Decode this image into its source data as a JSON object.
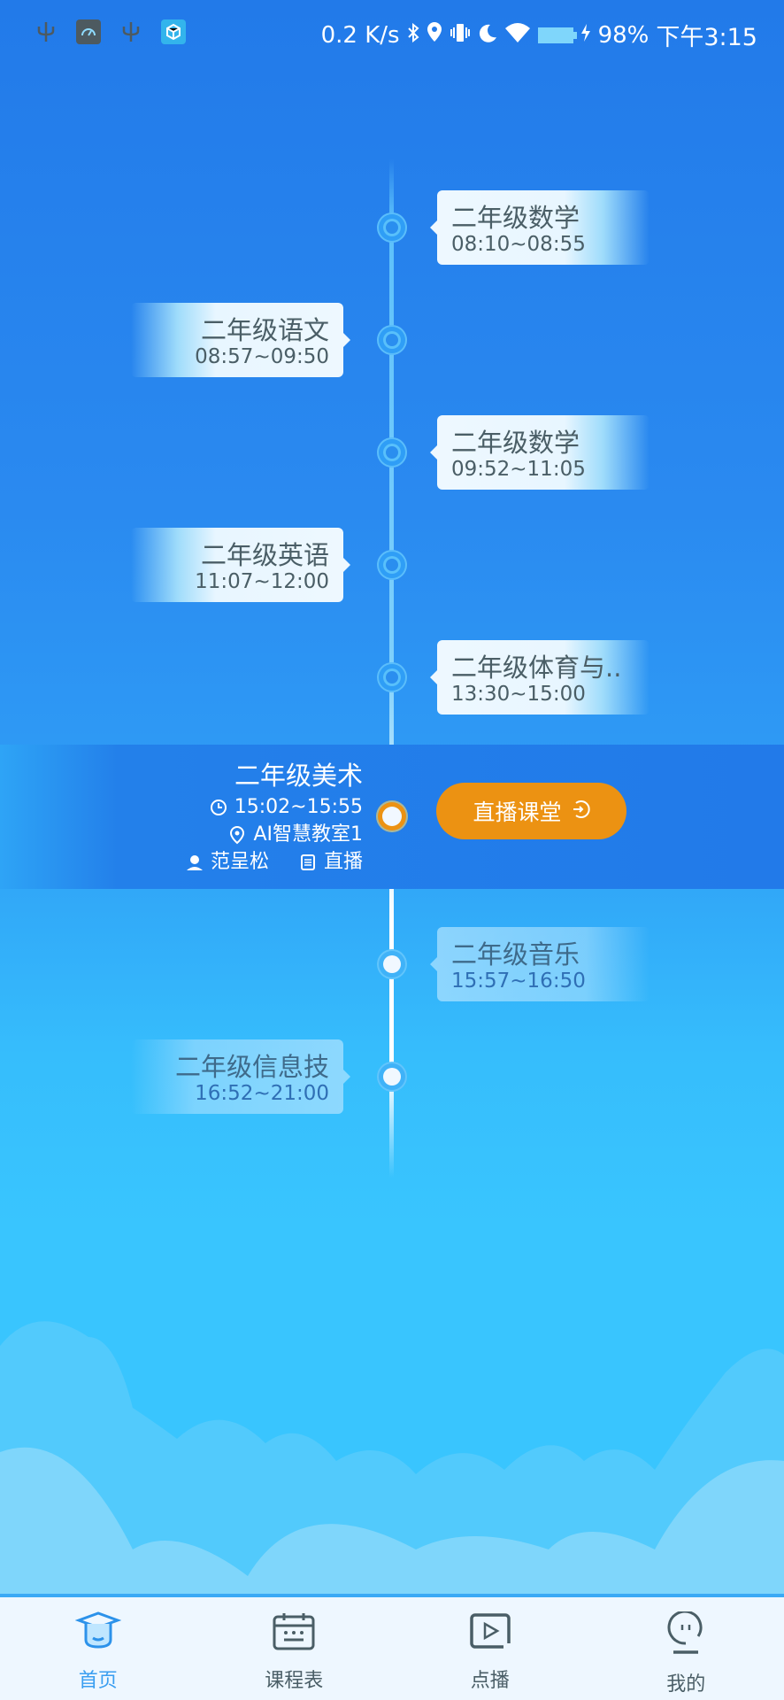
{
  "status_bar": {
    "left_icons": [
      "usb-icon",
      "speedometer-icon",
      "usb-icon",
      "app-cube-icon"
    ],
    "net_speed": "0.2 K/s",
    "right_icons": [
      "bluetooth-icon",
      "location-icon",
      "vibrate-icon",
      "moon-icon",
      "wifi-icon",
      "battery-icon",
      "charging-icon"
    ],
    "battery": "98%",
    "time": "下午3:15"
  },
  "timeline": {
    "courses": [
      {
        "title": "二年级数学",
        "time": "08:10~08:55",
        "side": "right",
        "state": "past"
      },
      {
        "title": "二年级语文",
        "time": "08:57~09:50",
        "side": "left",
        "state": "past"
      },
      {
        "title": "二年级数学",
        "time": "09:52~11:05",
        "side": "right",
        "state": "past"
      },
      {
        "title": "二年级英语",
        "time": "11:07~12:00",
        "side": "left",
        "state": "past"
      },
      {
        "title": "二年级体育与..",
        "time": "13:30~15:00",
        "side": "right",
        "state": "past"
      },
      {
        "title": "二年级音乐",
        "time": "15:57~16:50",
        "side": "right",
        "state": "future"
      },
      {
        "title": "二年级信息技",
        "time": "16:52~21:00",
        "side": "left",
        "state": "future"
      }
    ],
    "current": {
      "title": "二年级美术",
      "time": "15:02~15:55",
      "room": "AI智慧教室1",
      "teacher": "范呈松",
      "type": "直播",
      "button_label": "直播课堂",
      "accent": "#ec9212"
    }
  },
  "tab_bar": {
    "tabs": [
      {
        "label": "首页",
        "icon": "graduation-cap-icon",
        "active": true
      },
      {
        "label": "课程表",
        "icon": "calendar-icon",
        "active": false
      },
      {
        "label": "点播",
        "icon": "play-video-icon",
        "active": false
      },
      {
        "label": "我的",
        "icon": "profile-face-icon",
        "active": false
      }
    ],
    "active_color": "#3a9ef0",
    "inactive_color": "#4a5e66"
  }
}
